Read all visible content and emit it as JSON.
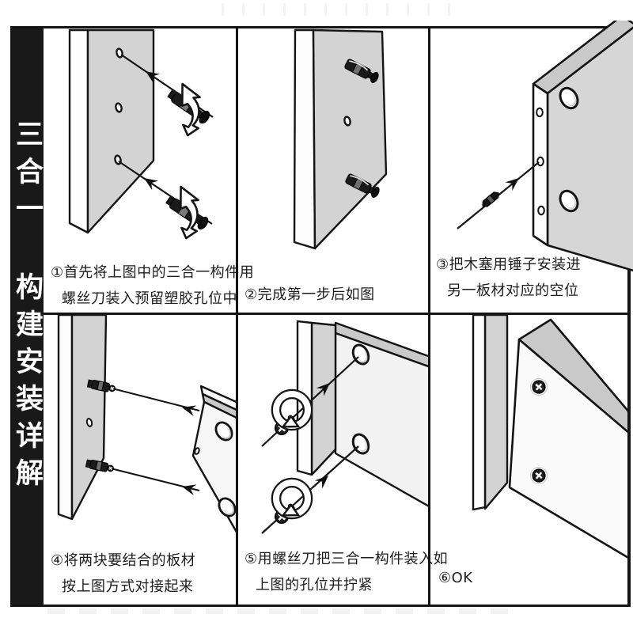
{
  "sheet": {
    "title_vertical": "三合一 构建安装详解"
  },
  "colors": {
    "frame": "#141414",
    "sidebar_bg": "#191919",
    "sidebar_text": "#ffffff",
    "board_gray": "#d3d3d3",
    "board_light": "#f3f3f3",
    "hardware_dark": "#1b1b1b",
    "caption_text": "#1d1d1d"
  },
  "panels": [
    {
      "step": "1",
      "caption_line1": "①首先将上图中的三合一构件用",
      "caption_line2": "螺丝刀装入预留塑胶孔位中",
      "alt": "board with three pilot holes; two cam bolts on leader lines with black arrowheads and white curved insert arrows"
    },
    {
      "step": "2",
      "caption_line1": "②完成第一步后如图",
      "caption_line2": "",
      "alt": "board with the two cam bolts installed and protruding, middle hole empty"
    },
    {
      "step": "3",
      "caption_line1": "③把木塞用锤子安装进",
      "caption_line2": "另一板材对应的空位",
      "alt": "second board seen edge-on with edge holes and two large cam holes; wooden dowel on a leader line pointing into an edge hole"
    },
    {
      "step": "4",
      "caption_line1": "④将两块要结合的板材",
      "caption_line2": "按上图方式对接起来",
      "alt": "left board with protruding bolts, arrows joining it to the right board with cam holes"
    },
    {
      "step": "5",
      "caption_line1": "⑤用螺丝刀把三合一构件装入如",
      "caption_line2": "上图的孔位并拧紧",
      "alt": "two phillips screws with white rotation loops being driven into the cam holes of the joined boards"
    },
    {
      "step": "6",
      "caption_line1": "⑥OK",
      "caption_line2": "",
      "alt": "finished joint: two boards connected with two flush phillips screws"
    }
  ]
}
